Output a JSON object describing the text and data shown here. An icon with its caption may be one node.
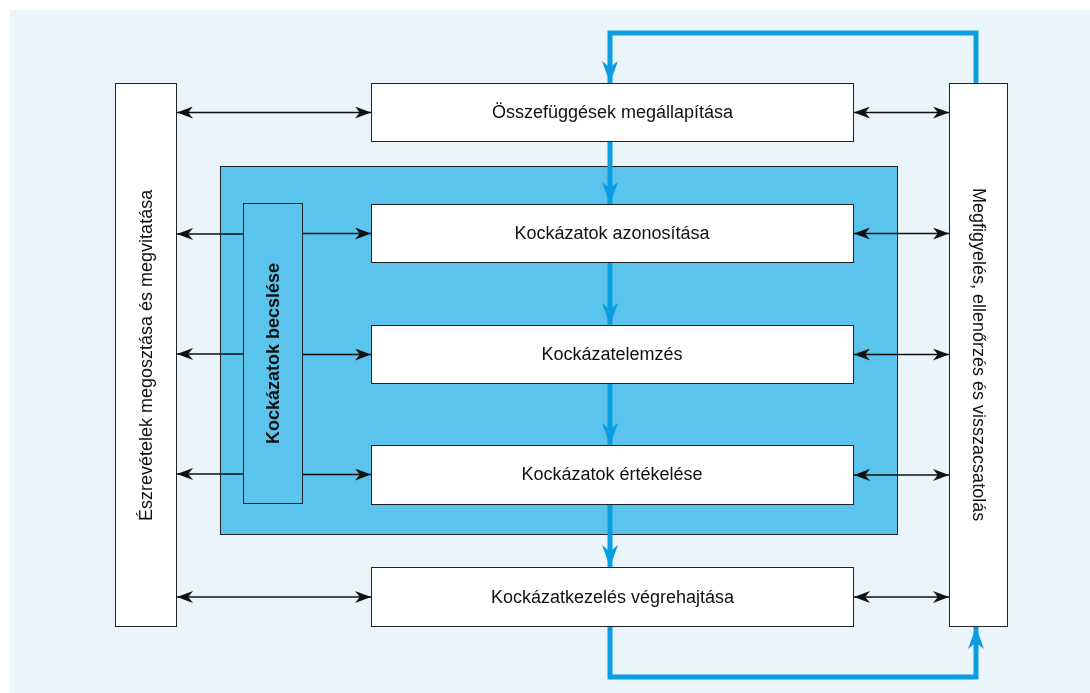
{
  "diagram": {
    "nodes": [
      {
        "text": [
          "Észrevételek megosztása és megvitatása"
        ]
      },
      {
        "text": [
          "Összefüggések megállapítása"
        ]
      },
      {
        "text": [],
        "shape": "box"
      },
      {
        "text": [
          "Kockázatok becslése"
        ],
        "in": 2
      },
      {
        "text": [
          "Kockázatok azonosítása"
        ],
        "in": 2
      },
      {
        "text": [
          "Kockázatelemzés"
        ],
        "in": 2
      },
      {
        "text": [
          "Kockázatok értékelése"
        ],
        "in": 2
      },
      {
        "text": [
          "Kockázatkezelés végrehajtása"
        ]
      },
      {
        "text": [
          "Megfigyelés, ellenőrzés és visszacsatolás"
        ]
      }
    ],
    "edges": [
      {
        "from": 0,
        "to": 1,
        "arrow": "both"
      },
      {
        "from": 3,
        "to": 0,
        "arrow": "to"
      },
      {
        "from": 3,
        "to": 4,
        "arrow": "to"
      },
      {
        "from": 3,
        "to": 0,
        "arrow": "to"
      },
      {
        "from": 3,
        "to": 5,
        "arrow": "to"
      },
      {
        "from": 3,
        "to": 0,
        "arrow": "to"
      },
      {
        "from": 3,
        "to": 6,
        "arrow": "to"
      },
      {
        "from": 0,
        "to": 7,
        "arrow": "both"
      },
      {
        "from": 1,
        "to": 8,
        "arrow": "both"
      },
      {
        "from": 4,
        "to": 8,
        "arrow": "both"
      },
      {
        "from": 5,
        "to": 8,
        "arrow": "both"
      },
      {
        "from": 6,
        "to": 8,
        "arrow": "both"
      },
      {
        "from": 7,
        "to": 8,
        "arrow": "both"
      },
      {
        "from": 1,
        "to": 4,
        "arrow": "to",
        "style": "thick",
        "color": "#0a9ee0"
      },
      {
        "from": 4,
        "to": 5,
        "arrow": "to",
        "style": "thick",
        "color": "#0a9ee0"
      },
      {
        "from": 5,
        "to": 6,
        "arrow": "to",
        "style": "thick",
        "color": "#0a9ee0"
      },
      {
        "from": 6,
        "to": 7,
        "arrow": "to",
        "style": "thick",
        "color": "#0a9ee0"
      },
      {
        "from": 8,
        "to": 1,
        "arrow": "to",
        "style": "thick",
        "color": "#0a9ee0"
      },
      {
        "from": 7,
        "to": 8,
        "arrow": "to",
        "style": "thick",
        "color": "#0a9ee0"
      }
    ]
  }
}
